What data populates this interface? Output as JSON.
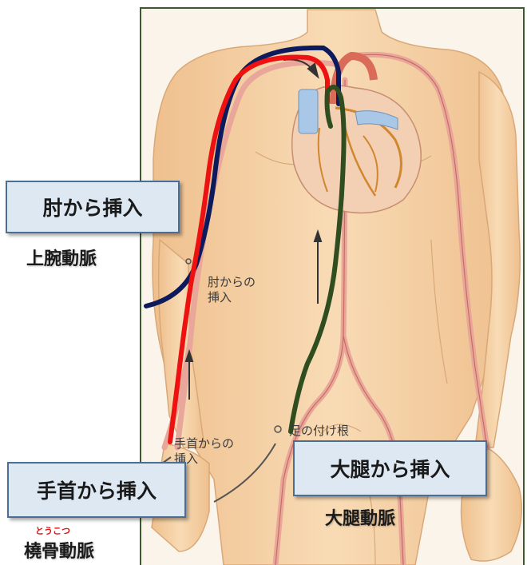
{
  "callouts": {
    "elbow": "肘から挿入",
    "wrist": "手首から挿入",
    "thigh": "大腿から挿入"
  },
  "arteries": {
    "brachial": "上腕動脈",
    "radial": "橈骨動脈",
    "radial_reading": "とうこつ",
    "femoral": "大腿動脈"
  },
  "figure_labels": {
    "elbow_line1": "肘からの",
    "elbow_line2": "挿入",
    "wrist_line1": "手首からの",
    "wrist_line2": "挿入",
    "groin": "足の付け根"
  },
  "colors": {
    "skin": "#f6d2a6",
    "frame": "#3d5a2e",
    "callout_fill": "#dde8f3",
    "callout_border": "#4a6e95",
    "path_elbow": "#0d1b5c",
    "path_wrist": "#ee1111",
    "path_thigh": "#2f4d1e",
    "ruby_text": "#e01010"
  }
}
